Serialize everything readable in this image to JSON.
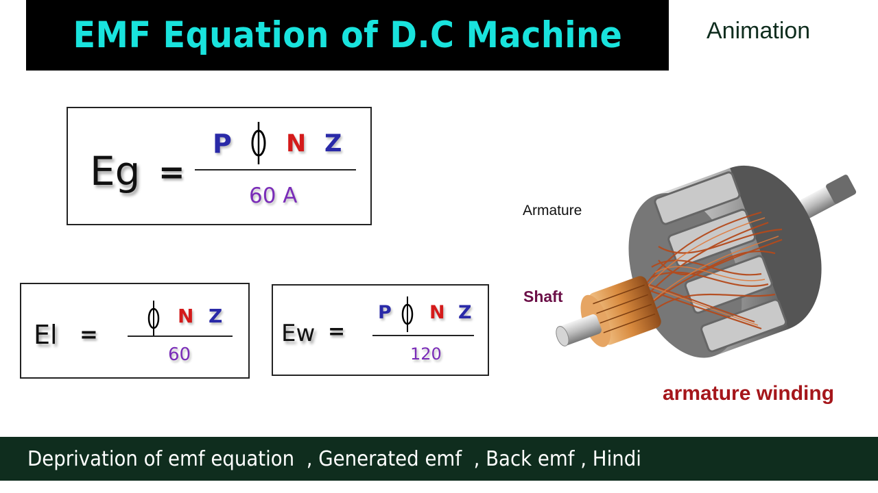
{
  "header": {
    "title": "EMF Equation of D.C Machine",
    "badge": "Animation",
    "title_color": "#19e3dd",
    "title_bg": "#000000"
  },
  "equations": [
    {
      "id": "generated-emf",
      "lhs": "Eg",
      "equals": "=",
      "numerator": [
        "P",
        "ϕ",
        "N",
        "Z"
      ],
      "denominator": "60 A"
    },
    {
      "id": "lap-winding-emf",
      "lhs": "El",
      "equals": "=",
      "numerator": [
        "ϕ",
        "N",
        "Z"
      ],
      "denominator": "60"
    },
    {
      "id": "wave-winding-emf",
      "lhs": "Ew",
      "equals": "=",
      "numerator": [
        "P",
        "ϕ",
        "N",
        "Z"
      ],
      "denominator": "120"
    }
  ],
  "symbol_colors": {
    "P": "#2a2aa8",
    "N": "#d41a1a",
    "Z": "#2a2aa8",
    "phi": "#000000",
    "denominator": "#7a2cb8"
  },
  "illustration": {
    "subject": "dc-armature-photo",
    "labels": {
      "armature": "Armature",
      "shaft": "Shaft",
      "winding": "armature winding"
    }
  },
  "footer": {
    "text": "Deprivation of emf equation  , Generated emf  , Back emf , Hindi",
    "bg": "#0f2d1e"
  }
}
